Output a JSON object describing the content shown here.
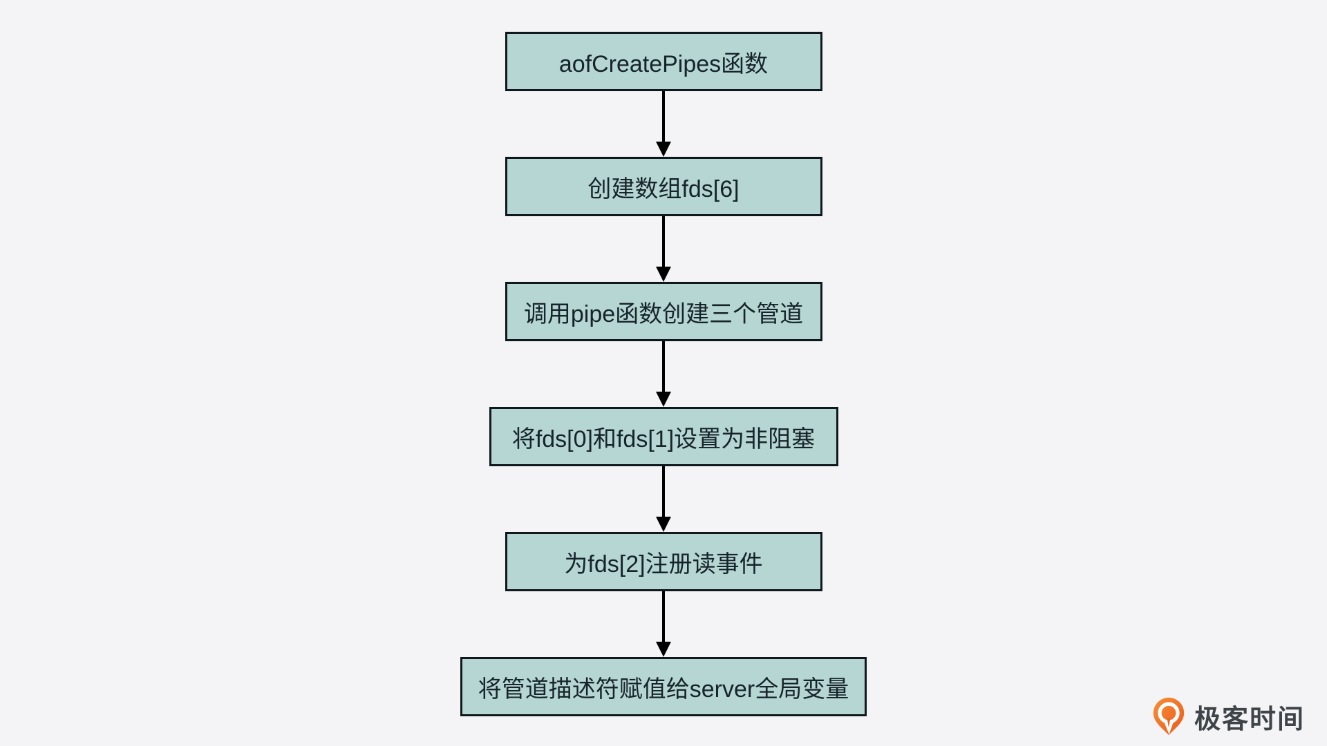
{
  "page": {
    "background_color": "#f4f4f6"
  },
  "flowchart": {
    "nodes": [
      {
        "id": "aofCreatePipes",
        "label": "aofCreatePipes函数"
      },
      {
        "id": "create-fds-array",
        "label": "创建数组fds[6]"
      },
      {
        "id": "call-pipe",
        "label": "调用pipe函数创建三个管道"
      },
      {
        "id": "set-nonblocking",
        "label": "将fds[0]和fds[1]设置为非阻塞"
      },
      {
        "id": "register-read-event",
        "label": "为fds[2]注册读事件"
      },
      {
        "id": "assign-server-globals",
        "label": "将管道描述符赋值给server全局变量"
      }
    ],
    "edges": [
      {
        "from": 0,
        "to": 1
      },
      {
        "from": 1,
        "to": 2
      },
      {
        "from": 2,
        "to": 3
      },
      {
        "from": 3,
        "to": 4
      },
      {
        "from": 4,
        "to": 5
      }
    ],
    "style": {
      "node_fill": "#b5d6d2",
      "node_border_color": "#10181d",
      "node_text_color": "#17242b",
      "arrow_color": "#000000"
    }
  },
  "branding": {
    "logo_text": "极客时间",
    "logo_icon": "geektime-pin-icon",
    "logo_gradient_start": "#f78f33",
    "logo_gradient_end": "#ea5a1f",
    "logo_text_color": "#3f4449"
  }
}
